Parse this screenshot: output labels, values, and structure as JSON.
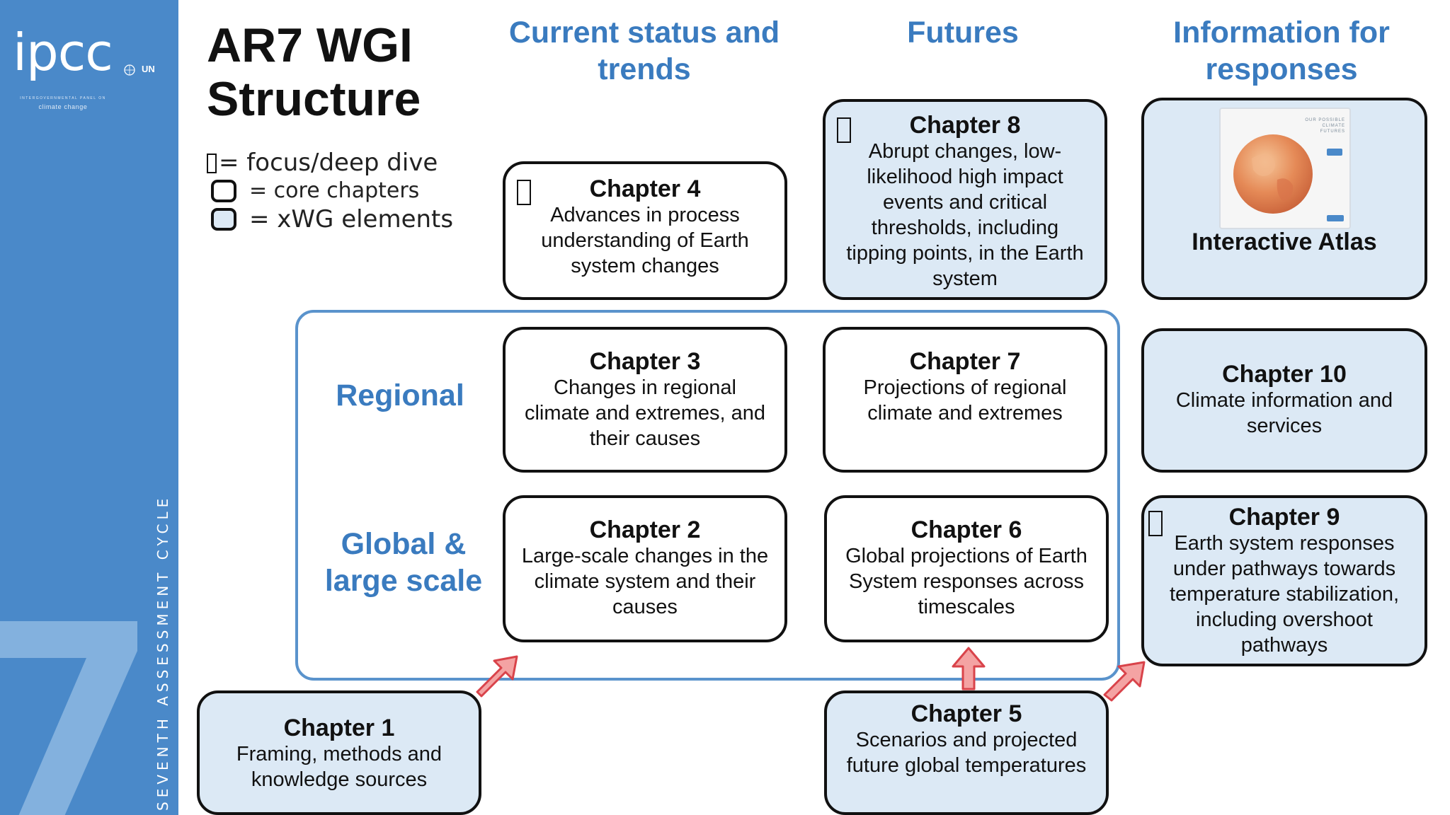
{
  "org": {
    "logo_text": "ipcc",
    "logo_sub_line1": "INTERGOVERNMENTAL PANEL ON",
    "logo_sub_line2": "climate change",
    "partner_un": "UN",
    "cycle": "SEVENTH ASSESSMENT CYCLE"
  },
  "title": "AR7 WGI Structure",
  "legend": {
    "focus": "= focus/deep dive",
    "core": "= core chapters",
    "xwg": "= xWG elements"
  },
  "columns": {
    "current": "Current status and trends",
    "futures": "Futures",
    "responses": "Information for responses"
  },
  "rows": {
    "regional": "Regional",
    "global": "Global & large scale"
  },
  "chapters": {
    "ch1": {
      "title": "Chapter 1",
      "desc": "Framing, methods and knowledge sources"
    },
    "ch2": {
      "title": "Chapter 2",
      "desc": "Large-scale changes in the climate system and their causes"
    },
    "ch3": {
      "title": "Chapter 3",
      "desc": "Changes in regional climate and extremes, and their causes"
    },
    "ch4": {
      "title": "Chapter 4",
      "desc": "Advances in process understanding of Earth system changes"
    },
    "ch5": {
      "title": "Chapter 5",
      "desc": "Scenarios and projected future global temperatures"
    },
    "ch6": {
      "title": "Chapter 6",
      "desc": "Global projections of Earth System responses across timescales"
    },
    "ch7": {
      "title": "Chapter 7",
      "desc": "Projections of regional climate and extremes"
    },
    "ch8": {
      "title": "Chapter 8",
      "desc": "Abrupt changes, low-likelihood high impact events and critical thresholds, including tipping points, in the Earth system"
    },
    "ch9": {
      "title": "Chapter 9",
      "desc": "Earth system responses under pathways towards temperature stabilization, including overshoot pathways"
    },
    "ch10": {
      "title": "Chapter 10",
      "desc": "Climate information and services"
    }
  },
  "atlas": {
    "title": "Interactive Atlas",
    "card_caption": "OUR POSSIBLE CLIMATE FUTURES"
  },
  "colors": {
    "sidebar": "#4a89c9",
    "heading_blue": "#3a7bbf",
    "xwg_fill": "#dce9f5",
    "arrow_fill": "#f4a3a3",
    "arrow_stroke": "#d9434a"
  }
}
